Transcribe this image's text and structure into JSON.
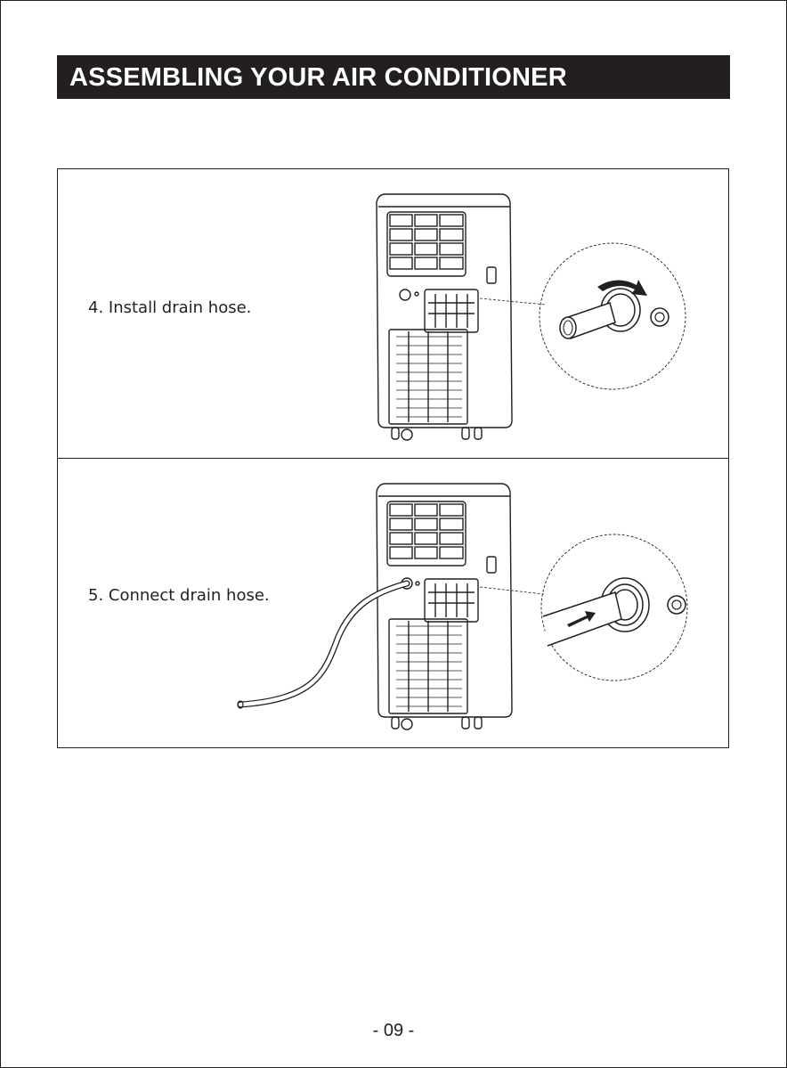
{
  "header": {
    "title": "ASSEMBLING YOUR AIR CONDITIONER"
  },
  "steps": [
    {
      "label": "4. Install drain hose."
    },
    {
      "label": "5. Connect drain hose."
    }
  ],
  "footer": {
    "page_number": "- 09 -"
  },
  "colors": {
    "ink": "#231f20",
    "paper": "#ffffff"
  }
}
